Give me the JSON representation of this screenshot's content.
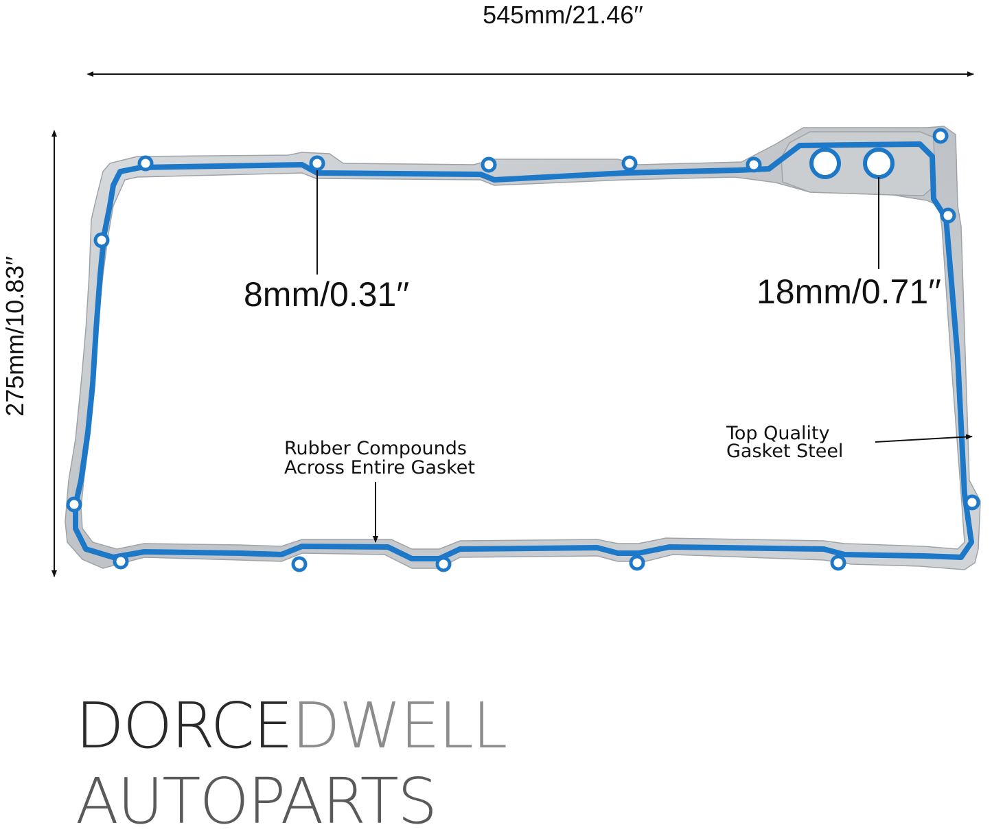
{
  "dimensions": {
    "width_label": "545mm/21.46′′",
    "height_label": "275mm/10.83′′",
    "bolt_hole_label": "8mm/0.31′′",
    "port_hole_label": "18mm/0.71′′"
  },
  "callouts": {
    "rubber_line1": "Rubber Compounds",
    "rubber_line2": "Across Entire Gasket",
    "steel_line1": "Top Quality",
    "steel_line2": "Gasket Steel"
  },
  "logo": {
    "line1_dark": "DORCE",
    "line1_light": "DWELL",
    "line2": "AUTOPARTS"
  },
  "colors": {
    "gasket_steel": "#c7cacd",
    "rubber_bead": "#1e78c8",
    "arrow": "#111111"
  }
}
